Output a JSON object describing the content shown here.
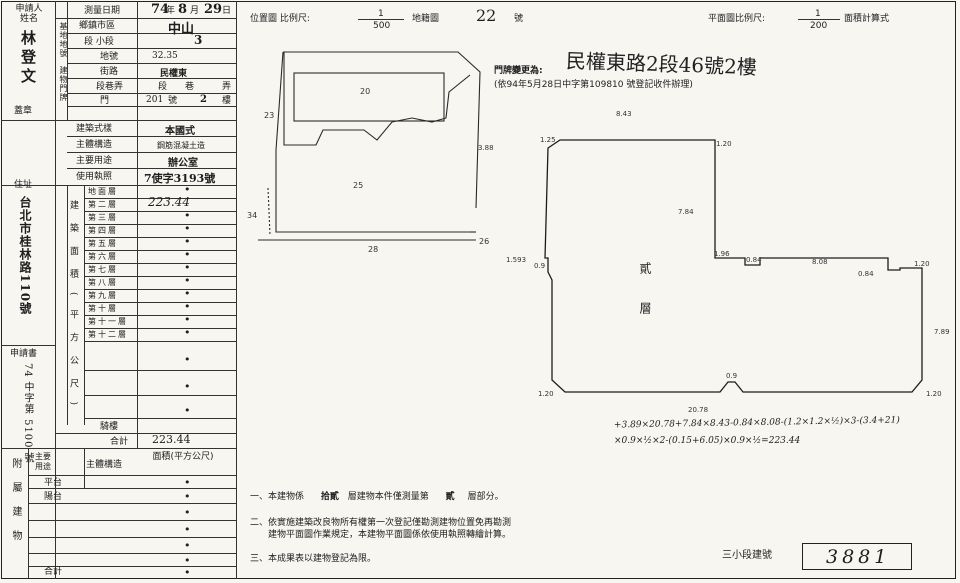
{
  "header": {
    "applicant_name_label": "申請人姓名",
    "survey_date_label": "測量日期",
    "survey_year": "74",
    "survey_month": "8",
    "survey_day": "29",
    "survey_date_units": [
      "年",
      "月",
      "日"
    ],
    "district_label": "鄉鎮市區",
    "district_value": "中山",
    "site_label": "基地地號",
    "section_label": "段 小段",
    "section_value": "3",
    "lot_label": "地號",
    "lot_value": "32.35",
    "doorplate_label": "建物門牌",
    "street_label": "街路",
    "street_value": "民權東",
    "lane_label": "段巷弄",
    "lane_units": [
      "段",
      "巷",
      "弄"
    ],
    "number_label": "門",
    "number_value": "201",
    "number_units": [
      "號",
      "樓"
    ],
    "floor_value": "2",
    "seal_label": "蓋章",
    "applicant_name": "林登文",
    "structure_style_label": "建築式樣",
    "structure_style_value": "本國式",
    "main_structure_label": "主體構造",
    "main_structure_value": "鋼筋混凝土造",
    "main_use_label": "主要用途",
    "main_use_value": "辦公室",
    "permit_label": "使用執照",
    "permit_value": "7使字3193號",
    "address_label": "住址",
    "address_value": "台北市桂林路110號",
    "floor_area_label": "建築面積(平方公尺)",
    "floors": [
      "地面層",
      "第二層",
      "第三層",
      "第四層",
      "第五層",
      "第六層",
      "第七層",
      "第八層",
      "第九層",
      "第十層",
      "第十一層",
      "第十二層"
    ],
    "floor2_area": "223.44",
    "arcade_label": "騎樓",
    "total_label": "合計",
    "total_value": "223.44",
    "app_doc_label": "申請書",
    "app_doc_value": "74 中字第 5100 號",
    "attached_label": "附屬建物",
    "main_use2_label": "主要用途",
    "main_structure2_label": "主體構造",
    "area_label": "面積(平方公尺)",
    "attached_rows": [
      "平台",
      "陽台"
    ],
    "attached_total_label": "合計"
  },
  "top_bar": {
    "location_label": "位置圖 比例尺:",
    "location_scale_num": "1",
    "location_scale_den": "500",
    "map_label": "地籍圖",
    "map_number": "22",
    "map_unit": "號",
    "plan_scale_label": "平面圖比例尺:",
    "plan_scale_num": "1",
    "plan_scale_den": "200",
    "area_calc_label": "面積計算式"
  },
  "annotations": {
    "doorplate_change_label": "門牌變更為:",
    "doorplate_change_value": "民權東路2段46號2樓",
    "doorplate_change_date": "(依94年5月28日中字第109810 號登記收件辦理)",
    "floor_label": "貳層",
    "formula_line1": "+3.89×20.78+7.84×8.43-0.84×8.08-(1.2×1.2×½)×3-(3.4+21)",
    "formula_line2": "×0.9×½×2-(0.15+6.05)×0.9×½=223.44"
  },
  "dims": {
    "loc_20": "20",
    "loc_23": "23",
    "loc_25": "25",
    "loc_28": "28",
    "loc_34": "34",
    "loc_26": "26",
    "d_843": "8.43",
    "d_388": "3.88",
    "d_125": "1.25",
    "d_120a": "1.20",
    "d_784": "7.84",
    "d_1593": "1.593",
    "d_090a": "0.9",
    "d_196": "1.96",
    "d_084a": "0.84",
    "d_808": "8.08",
    "d_084b": "0.84",
    "d_120b": "1.20",
    "d_789": "7.89",
    "d_120c": "1.20",
    "d_120d": "1.20",
    "d_090b": "0.9",
    "d_2078": "20.78"
  },
  "notes": {
    "note1_pre": "一、本建物係",
    "note1_floors": "拾貳",
    "note1_mid": "層建物本件僅測量第",
    "note1_floor": "貳",
    "note1_post": "層部分。",
    "note2_line1": "二、依實施建築改良物所有權第一次登記僅勘測建物位置免再勘測",
    "note2_line2": "建物平面圖作業規定，本建物平面圖係依使用執照轉繪計算。",
    "note3": "三、本成果表以建物登記為限。",
    "build_no_label": "三小段建號",
    "build_no_value": "3881"
  }
}
